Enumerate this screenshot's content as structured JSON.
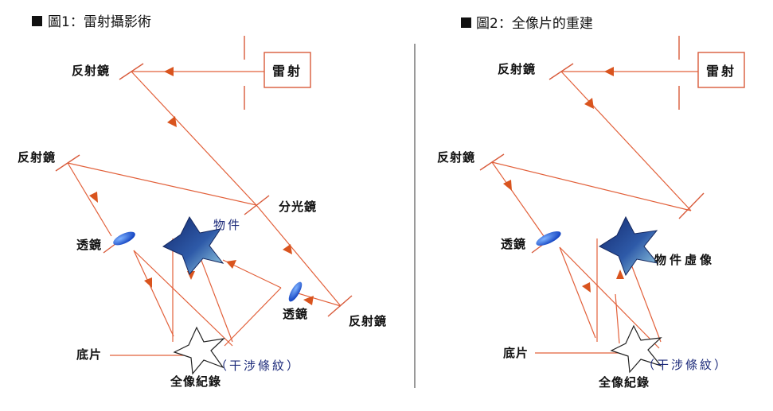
{
  "diagram1": {
    "title": "圖1：雷射攝影術",
    "labels": {
      "laser": "雷射",
      "mirror_top": "反射鏡",
      "mirror_left": "反射鏡",
      "mirror_right": "反射鏡",
      "splitter": "分光鏡",
      "lens_left": "透鏡",
      "lens_right": "透鏡",
      "object": "物件",
      "film": "底片",
      "interference": "（干涉條紋）",
      "hologram": "全像紀錄"
    }
  },
  "diagram2": {
    "title": "圖2：全像片的重建",
    "labels": {
      "laser": "雷射",
      "mirror_top": "反射鏡",
      "mirror_left": "反射鏡",
      "lens_left": "透鏡",
      "virtual_image": "物件虛像",
      "film": "底片",
      "interference": "（干涉條紋）",
      "hologram": "全像紀錄"
    }
  },
  "colors": {
    "beam": "#e2603a",
    "arrow": "#d9541e",
    "lens": "#1f5fd6",
    "star": "#1e3f86",
    "label_blue": "#1c2a7a"
  }
}
